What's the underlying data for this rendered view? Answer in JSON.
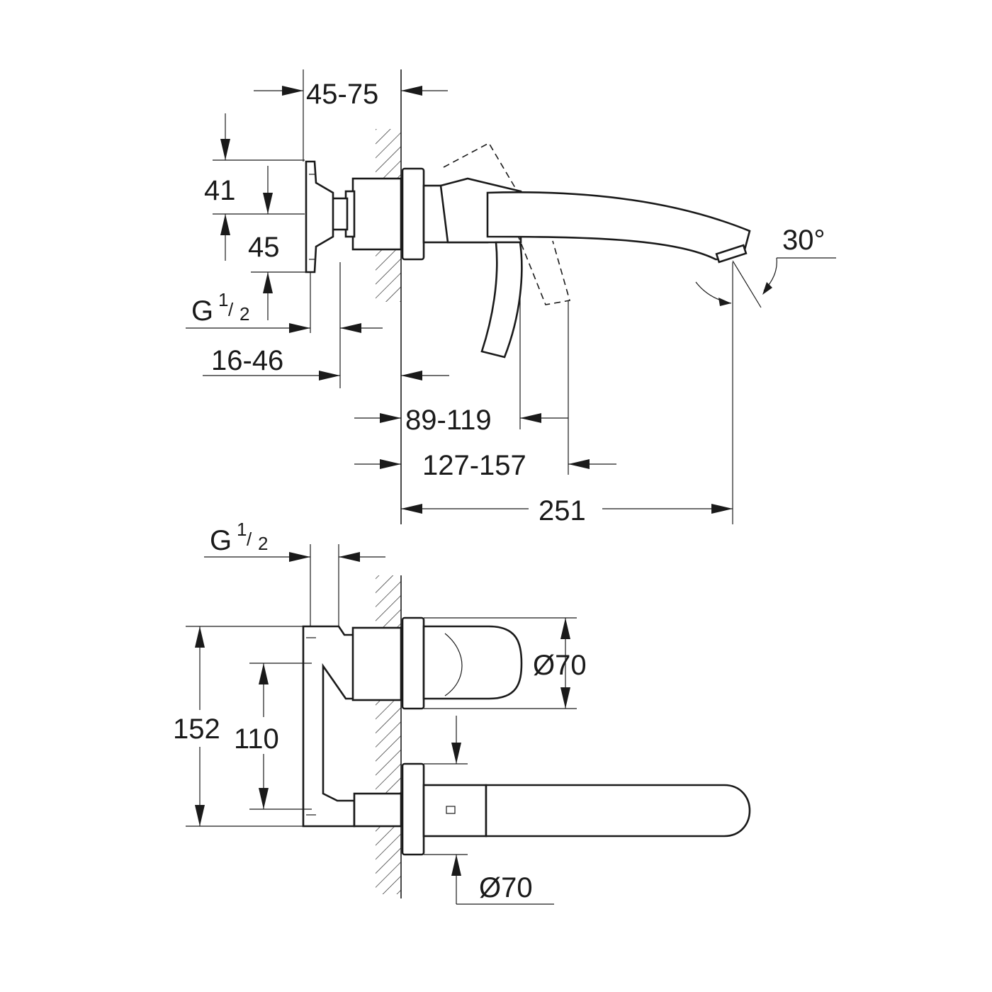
{
  "colors": {
    "ink": "#1a1a1a",
    "paper": "#ffffff"
  },
  "side_view": {
    "dim_45_75": "45-75",
    "dim_41": "41",
    "dim_45": "45",
    "thread_g": "G",
    "thread_num": "1",
    "thread_den": "2",
    "dim_16_46": "16-46",
    "angle": "30°",
    "dim_89_119": "89-119",
    "dim_127_157": "127-157",
    "dim_251": "251"
  },
  "top_view": {
    "thread_g": "G",
    "thread_num": "1",
    "thread_den": "2",
    "dim_152": "152",
    "dim_110": "110",
    "dia_70_upper": "Ø70",
    "dia_70_lower": "Ø70"
  }
}
